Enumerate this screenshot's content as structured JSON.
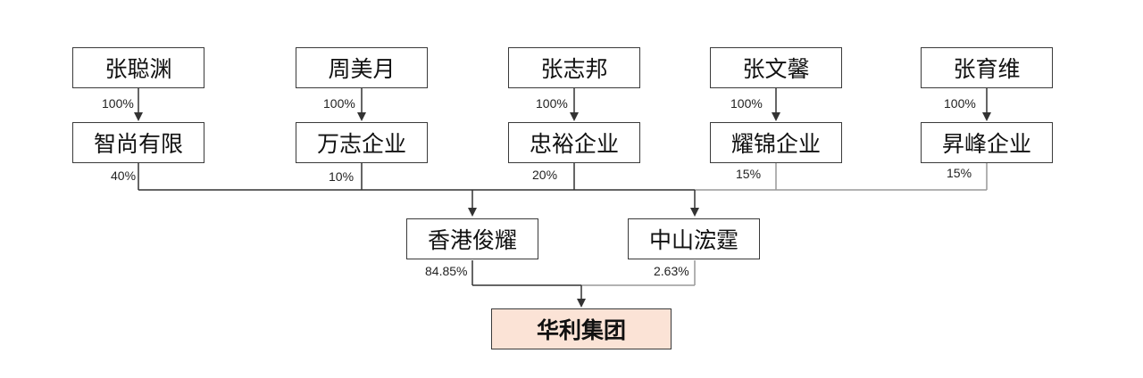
{
  "persons": [
    {
      "name": "张聪渊",
      "share": "100%"
    },
    {
      "name": "周美月",
      "share": "100%"
    },
    {
      "name": "张志邦",
      "share": "100%"
    },
    {
      "name": "张文馨",
      "share": "100%"
    },
    {
      "name": "张育维",
      "share": "100%"
    }
  ],
  "companies": [
    {
      "name": "智尚有限",
      "share": "40%"
    },
    {
      "name": "万志企业",
      "share": "10%"
    },
    {
      "name": "忠裕企业",
      "share": "20%"
    },
    {
      "name": "耀锦企业",
      "share": "15%"
    },
    {
      "name": "昇峰企业",
      "share": "15%"
    }
  ],
  "holdings": [
    {
      "name": "香港俊耀",
      "share": "84.85%"
    },
    {
      "name": "中山浤霆",
      "share": "2.63%"
    }
  ],
  "final": {
    "name": "华利集团",
    "fill": "#fbe3d6"
  },
  "colors": {
    "line": "#333333",
    "box_border": "#3a3a3a"
  }
}
